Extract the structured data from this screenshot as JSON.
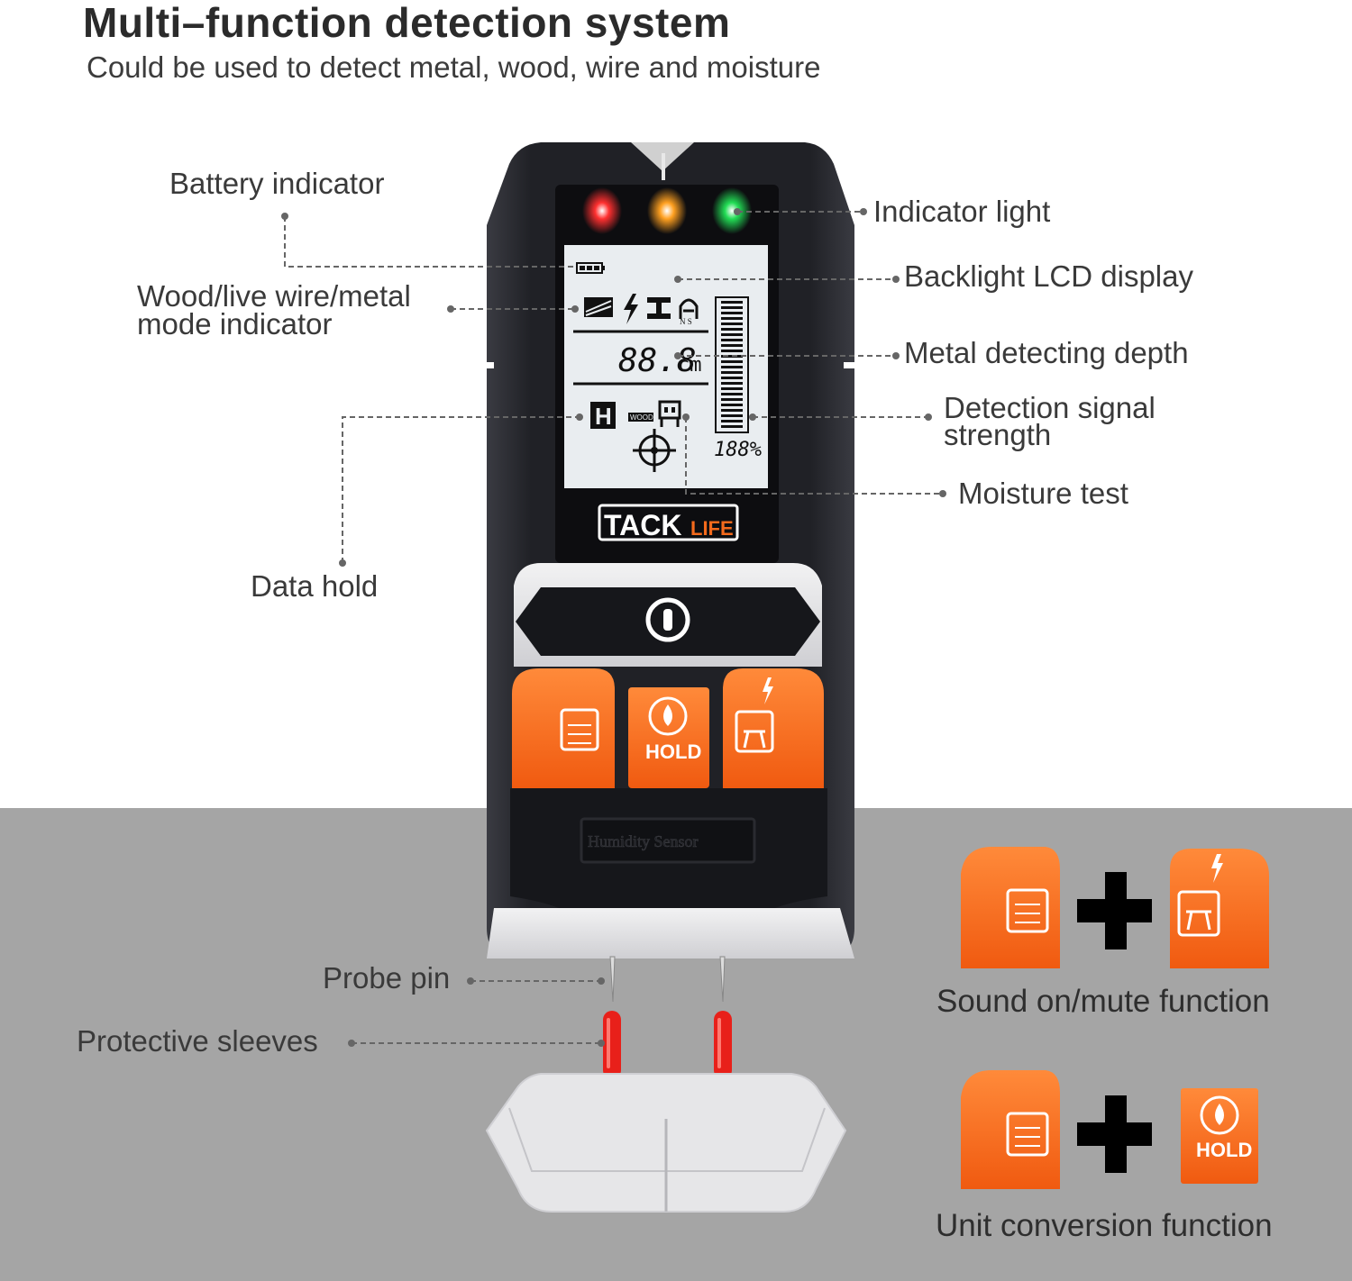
{
  "header": {
    "title": "Multi–function detection system",
    "subtitle": "Could be used to detect metal, wood, wire and moisture"
  },
  "callouts": {
    "battery_indicator": "Battery indicator",
    "mode_indicator_line1": "Wood/live wire/metal",
    "mode_indicator_line2": "mode indicator",
    "data_hold": "Data hold",
    "indicator_light": "Indicator light",
    "backlight_lcd": "Backlight LCD display",
    "metal_depth": "Metal detecting depth",
    "signal_strength_line1": "Detection signal",
    "signal_strength_line2": "strength",
    "moisture_test": "Moisture test",
    "probe_pin": "Probe pin",
    "protective_sleeves": "Protective sleeves"
  },
  "lcd": {
    "depth_value": "88.8",
    "depth_unit": "cm",
    "percent": "188%",
    "hold_glyph": "H",
    "wood_tag": "WOOD",
    "ns": "N S"
  },
  "device": {
    "brand_main": "TACK",
    "brand_sub": "LIFE",
    "hold_label": "HOLD",
    "sensor_label": "Humidity  Sensor"
  },
  "combos": {
    "sound": "Sound on/mute function",
    "unit": "Unit conversion function",
    "hold_label": "HOLD"
  },
  "colors": {
    "orange": "#f46a1c",
    "body": "#1f1f23",
    "gray_band": "#a5a5a5",
    "lcd": "#e8ecef",
    "led_red": "#ff2a2a",
    "led_amber": "#ff9a1a",
    "led_green": "#22dd55"
  }
}
